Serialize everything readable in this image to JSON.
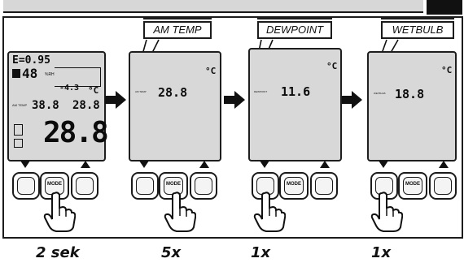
{
  "labels": {
    "am_temp": "AM TEMP",
    "dewpoint": "DEWPOINT",
    "wetbulb": "WETBULB"
  },
  "main_display": {
    "emissivity": "E=0.95",
    "humidity": "48",
    "humidity_unit": "%RH",
    "offset": "-4.3",
    "unit": "°C",
    "small_left": "38.8",
    "small_right": "28.8",
    "main_value": "28.8",
    "am_temp_small": "AM TEMP"
  },
  "screen2": {
    "tag": "AM TEMP",
    "value": "28.8",
    "unit": "°C"
  },
  "screen3": {
    "tag": "DEWPOINT",
    "value": "11.6",
    "unit": "°C"
  },
  "screen4": {
    "tag": "WETBULB",
    "value": "18.8",
    "unit": "°C"
  },
  "buttons": {
    "mode_label": "MODE"
  },
  "captions": [
    "2 sek",
    "5x",
    "1x",
    "1x"
  ]
}
